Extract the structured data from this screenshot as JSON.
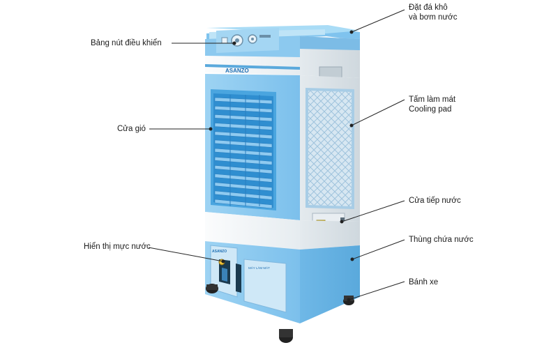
{
  "product": {
    "brand_text": "ASANZO",
    "panel_brand_text": "ASANZO",
    "panel_badge_text": "MÁY LÀM MÁT"
  },
  "callouts": {
    "control_panel": "Bảng nút điều khiển",
    "air_vent": "Cửa gió",
    "water_level": "Hiển thị mực nước",
    "ice_pump": {
      "line1": "Đặt đá khô",
      "line2": "và bơm nước"
    },
    "cooling_pad": {
      "line1": "Tấm làm mát",
      "line2": "Cooling pad"
    },
    "water_inlet": "Cửa tiếp nước",
    "water_tank": "Thùng chứa nước",
    "wheels": "Bánh xe"
  },
  "colors": {
    "body_blue": "#8cc9ef",
    "body_blue_dark": "#4aa5df",
    "body_white": "#f3f6f8",
    "grille": "#5fb3e8",
    "wheel": "#222222",
    "leader_line": "#222222"
  }
}
